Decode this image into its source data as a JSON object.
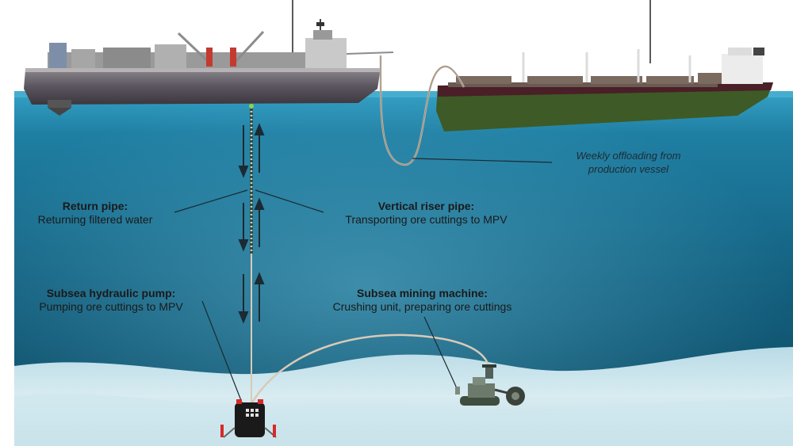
{
  "labels": {
    "return_pipe": {
      "title": "Return pipe:",
      "desc": "Returning filtered water"
    },
    "riser_pipe": {
      "title": "Vertical riser pipe:",
      "desc": "Transporting ore cuttings to MPV"
    },
    "hydraulic_pump": {
      "title": "Subsea hydraulic pump:",
      "desc": "Pumping ore cuttings to MPV"
    },
    "mining_machine": {
      "title": "Subsea mining machine:",
      "desc": "Crushing unit, preparing ore cuttings"
    },
    "offloading": {
      "line1": "Weekly offloading from",
      "line2": "production vessel"
    }
  },
  "colors": {
    "sky": "#ffffff",
    "sea_surface": "#2c8fb4",
    "sea_deep": "#0e4d66",
    "seabed": "#cfe6ec",
    "hull_dark": "#3f3a40",
    "hull_green": "#3e5a26",
    "hull_maroon": "#4a1f28",
    "pipe": "#c8b7a6",
    "pump_red": "#d62a2a"
  },
  "icons": {
    "production_vessel": "production-vessel-icon",
    "bulk_carrier": "bulk-carrier-icon",
    "pump": "subsea-pump-icon",
    "crawler": "mining-crawler-icon",
    "arrow_down": "arrow-down-icon",
    "arrow_up": "arrow-up-icon"
  }
}
